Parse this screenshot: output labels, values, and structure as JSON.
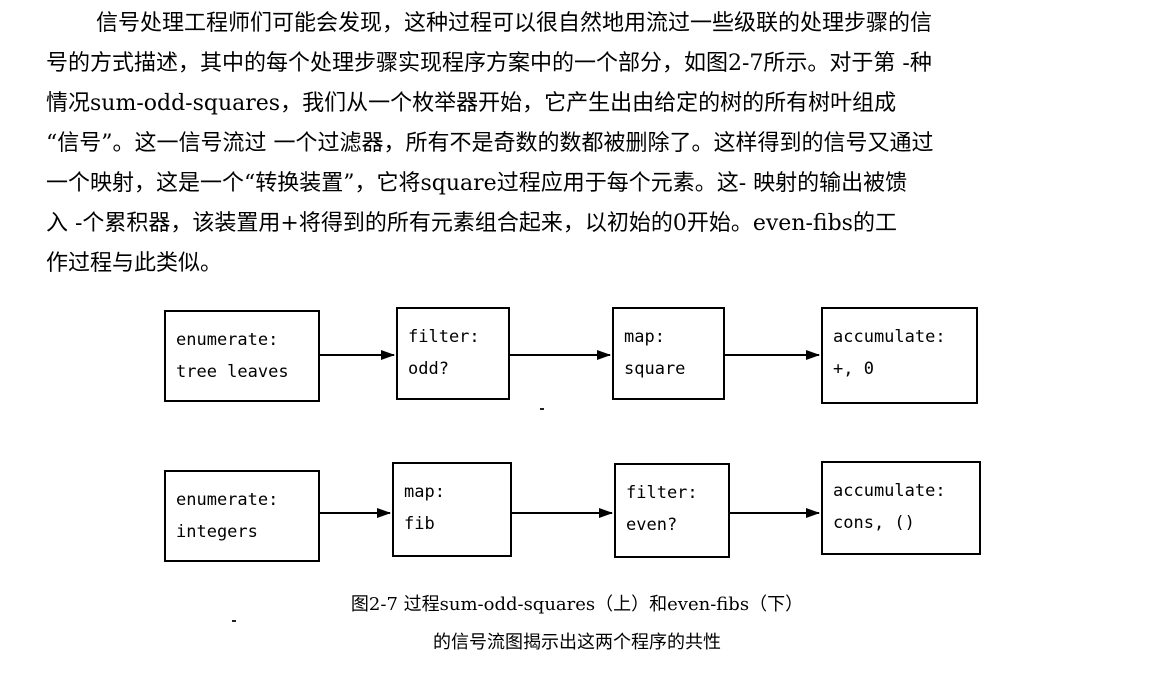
{
  "paragraph": {
    "lines": [
      "信号处理工程师们可能会发现，这种过程可以很自然地用流过一些级联的处理步骤的信",
      "号的方式描述，其中的每个处理步骤实现程序方案中的一个部分，如图2-7所示。对于第 -种",
      "情况sum-odd-squares，我们从一个枚举器开始，它产生出由给定的树的所有树叶组成",
      "“信号”。这一信号流过 一个过滤器，所有不是奇数的数都被删除了。这样得到的信号又通过",
      "一个映射，这是一个“转换装置”，它将square过程应用于每个元素。这- 映射的输出被馈",
      "入 -个累积器，该装置用+将得到的所有元素组合起来，以初始的0开始。even-fibs的工",
      "作过程与此类似。"
    ]
  },
  "figure": {
    "top_row": [
      {
        "line1": "enumerate:",
        "line2": "tree leaves"
      },
      {
        "line1": "filter:",
        "line2": "odd?"
      },
      {
        "line1": "map:",
        "line2": "square"
      },
      {
        "line1": "accumulate:",
        "line2": "+, 0"
      }
    ],
    "bottom_row": [
      {
        "line1": "enumerate:",
        "line2": "integers"
      },
      {
        "line1": "map:",
        "line2": "fib"
      },
      {
        "line1": "filter:",
        "line2": "even?"
      },
      {
        "line1": "accumulate:",
        "line2": "cons, ()"
      }
    ],
    "caption_line1": "图2-7  过程sum-odd-squares（上）和even-fibs（下）",
    "caption_line2": "的信号流图揭示出这两个程序的共性"
  }
}
